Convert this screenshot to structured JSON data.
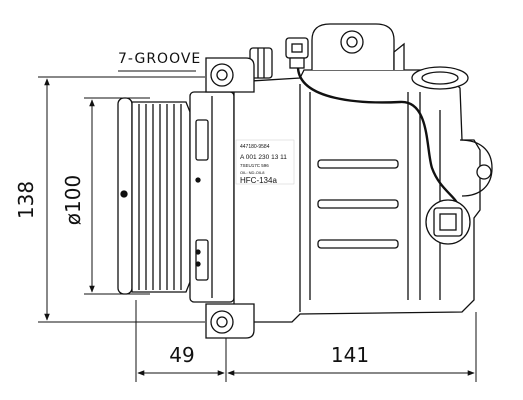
{
  "groove_label": "7-GROOVE",
  "dimensions": {
    "overall_height": "138",
    "pulley_diameter": "ø100",
    "pulley_depth": "49",
    "body_length": "141"
  },
  "nameplate": {
    "line1": "447180-9584",
    "line2": "A 001 230 13 11",
    "line3": "7SEU17C 596",
    "line4": "OIL: ND-OIL8",
    "refrigerant": "HFC-134a"
  }
}
